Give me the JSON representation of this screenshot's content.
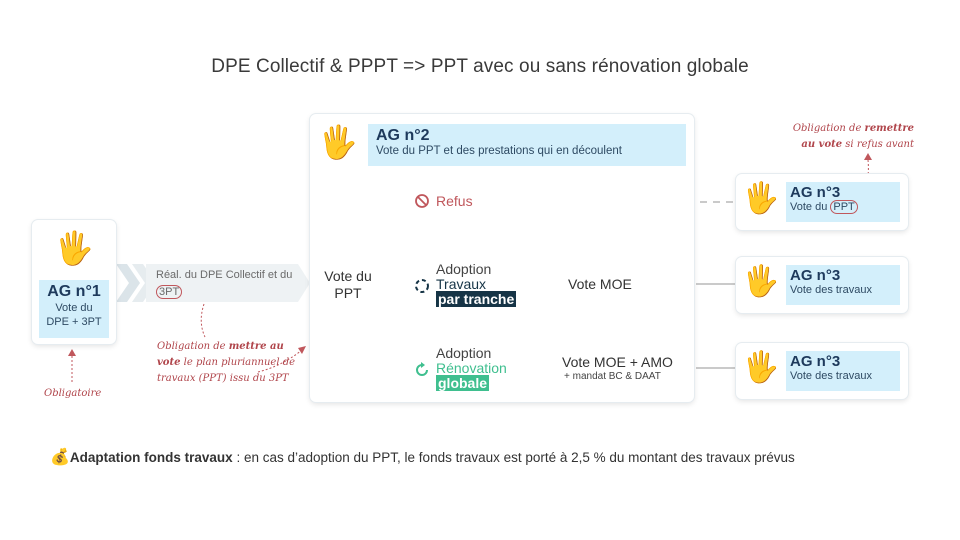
{
  "title": "DPE Collectif & PPPT => PPT avec ou sans rénovation globale",
  "icons": {
    "hand": "raised-hand-icon",
    "refus": "no-entry-icon",
    "tranche": "dashed-circle-icon",
    "globale": "refresh-circle-icon",
    "money": "money-bag-icon"
  },
  "ag1": {
    "title": "AG n°1",
    "subtitle": "Vote du DPE + 3PT",
    "note": "Obligatoire"
  },
  "step": {
    "text_prefix": "Réal. du DPE Collectif et du ",
    "text_circled": "3PT"
  },
  "note_left": {
    "p1": "Obligation de ",
    "bold": "mettre au vote",
    "p2": " le plan pluriannuel de travaux (PPT) issu du 3PT"
  },
  "ag2": {
    "title": "AG n°2",
    "subtitle": "Vote du PPT et des prestations qui en découlent"
  },
  "vote_ppt": "Vote du PPT",
  "branches": {
    "refus": "Refus",
    "tranche": {
      "l1": "Adoption",
      "l2": "Travaux",
      "tag": "par tranche",
      "vote": "Vote MOE"
    },
    "globale": {
      "l1": "Adoption",
      "l2": "Rénovation",
      "tag": "globale",
      "vote": "Vote MOE + AMO",
      "vote_sub": "+ mandat BC & DAAT"
    }
  },
  "note_right": {
    "p1": "Obligation de ",
    "bold": "remettre au vote",
    "p2": " si refus avant"
  },
  "ag3": [
    {
      "title": "AG n°3",
      "subtitle_prefix": "Vote du ",
      "subtitle_circled": "PPT"
    },
    {
      "title": "AG n°3",
      "subtitle": "Vote des travaux"
    },
    {
      "title": "AG n°3",
      "subtitle": "Vote des travaux"
    }
  ],
  "footer": {
    "bold": "Adaptation fonds travaux",
    "text": " : en cas d’adoption du PPT, le fonds travaux est porté à 2,5 % du montant des travaux prévus"
  },
  "colors": {
    "accent_bg": "#d3effb",
    "dark_tag": "#163446",
    "green": "#3fbf8f",
    "annotation_red": "#b0454b"
  }
}
